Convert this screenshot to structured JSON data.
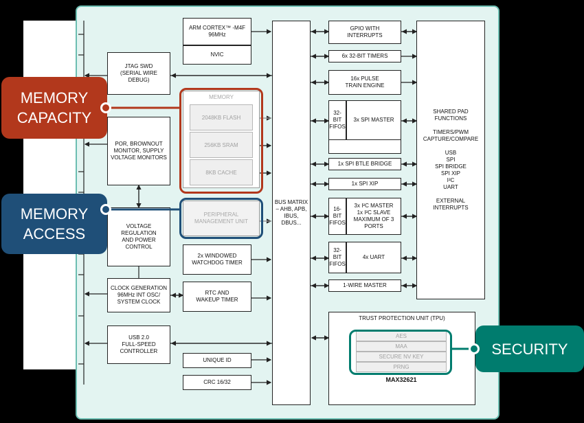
{
  "colors": {
    "panel_fill": "#e3f4f1",
    "panel_border": "#6bbdb1",
    "capacity": "#b2381c",
    "access": "#1f4f78",
    "security": "#007c6e"
  },
  "blocks": {
    "cpu": "ARM CORTEX™ -M4F\n96MHz",
    "nvic": "NVIC",
    "jtag": "JTAG SWD\n(SERIAL WIRE DEBUG)",
    "memory_title": "MEMORY",
    "flash": "2048KB FLASH",
    "sram": "256KB SRAM",
    "cache": "8KB CACHE",
    "por": "POR, BROWNOUT\nMONITOR, SUPPLY\nVOLTAGE MONITORS",
    "pmu": "PERIPHERAL\nMANAGEMENT UNIT",
    "vreg": "VOLTAGE REGULATION\nAND POWER CONTROL",
    "watchdog": "2x WINDOWED\nWATCHDOG TIMER",
    "clock": "CLOCK GENERATION\n96MHz INT OSC/\nSYSTEM CLOCK",
    "rtc": "RTC AND\nWAKEUP TIMER",
    "usb": "USB 2.0\nFULL-SPEED\nCONTROLLER",
    "unique_id": "UNIQUE ID",
    "crc": "CRC 16/32",
    "bus_matrix": "BUS MATRIX\n– AHB, APB,\nIBUS, DBUS...",
    "gpio": "GPIO WITH\nINTERRUPTS",
    "timers": "6x 32-BIT TIMERS",
    "pulse": "16x PULSE\nTRAIN ENGINE",
    "fifo_spi": "32-BIT\nFIFOS",
    "spi_master": "3x SPI MASTER",
    "spi_btle": "1x SPI BTLE BRIDGE",
    "spi_xip": "1x SPI XIP",
    "fifo_i2c": "16-BIT\nFIFOS",
    "i2c": "3x I²C MASTER\n1x I²C SLAVE\nMAXIMUM OF 3\nPORTS",
    "fifo_uart": "32-BIT\nFIFOS",
    "uart": "4x UART",
    "one_wire": "1-WIRE MASTER",
    "shared_pad": "SHARED PAD\nFUNCTIONS\n\nTIMERS/PWM\nCAPTURE/COMPARE\n\nUSB\nSPI\nSPI BRIDGE\nSPI XIP\nI²C\nUART\n\nEXTERNAL\nINTERRUPTS",
    "tpu_title": "TRUST PROTECTION UNIT (TPU)",
    "aes": "AES",
    "maa": "MAA",
    "secure_nv": "SECURE NV KEY",
    "prng": "PRNG",
    "part": "MAX32621"
  },
  "callouts": {
    "capacity": "MEMORY\nCAPACITY",
    "access": "MEMORY\nACCESS",
    "security": "SECURITY"
  }
}
